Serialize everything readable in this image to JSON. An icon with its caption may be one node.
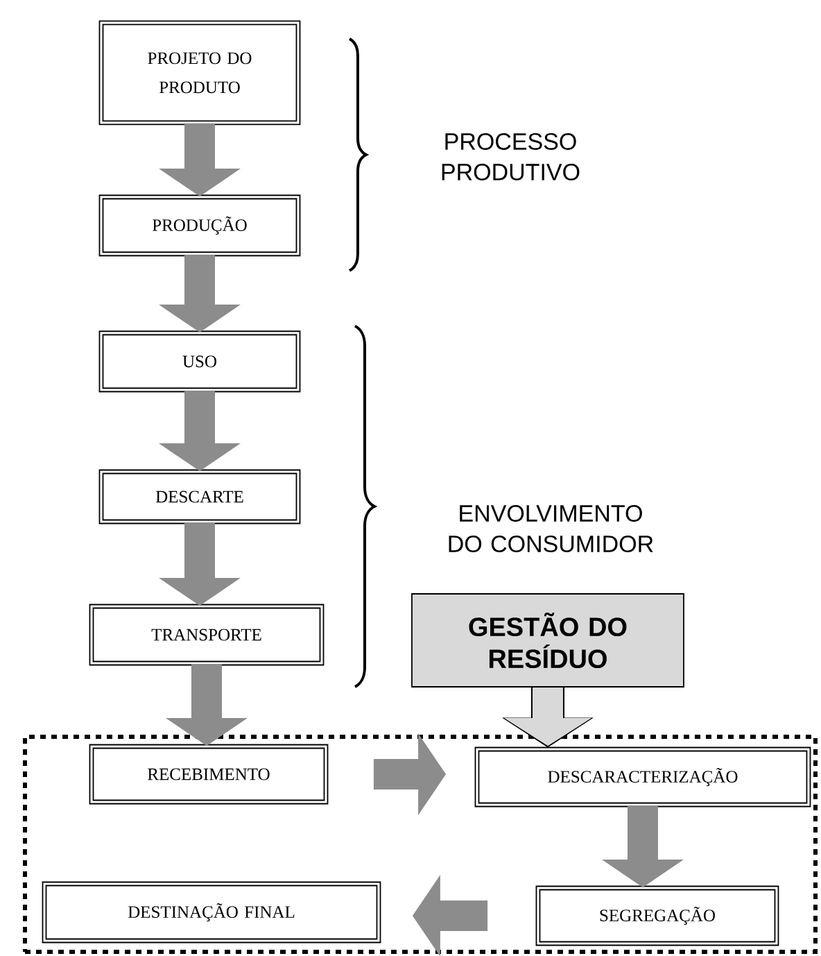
{
  "diagram": {
    "nodes": [
      {
        "text": [
          "PROJETO DO PRODUTO"
        ]
      },
      {
        "text": [
          "PRODUÇÃO"
        ]
      },
      {
        "text": [
          "USO"
        ]
      },
      {
        "text": [
          "DESCARTE"
        ]
      },
      {
        "text": [
          "TRANSPORTE"
        ]
      },
      {
        "text": [
          "GESTÃO DO RESÍDUO"
        ]
      },
      {
        "text": [],
        "shape": "box"
      },
      {
        "text": [
          "RECEBIMENTO"
        ],
        "in": 6
      },
      {
        "text": [
          "DESCARACTERIZAÇÃO"
        ],
        "in": 6
      },
      {
        "text": [
          "DESTINAÇÃO FINAL"
        ],
        "in": 6
      },
      {
        "text": [
          "SEGREGAÇÃO"
        ],
        "in": 6
      }
    ],
    "edges": [
      {
        "from": 0,
        "to": 1,
        "arrow": "to"
      },
      {
        "from": 1,
        "to": 2,
        "arrow": "to"
      },
      {
        "from": 2,
        "to": 3,
        "arrow": "to"
      },
      {
        "from": 3,
        "to": 4,
        "arrow": "to"
      },
      {
        "from": 4,
        "to": 7,
        "arrow": "to"
      },
      {
        "from": 5,
        "to": 8,
        "arrow": "to",
        "color": "#d9d9d9"
      },
      {
        "from": 7,
        "to": 8,
        "arrow": "to"
      },
      {
        "from": 8,
        "to": 10,
        "arrow": "to"
      },
      {
        "from": 10,
        "to": 9,
        "arrow": "to"
      }
    ],
    "labels": [
      "PROCESSO PRODUTIVO",
      "ENVOLVIMENTO DO CONSUMIDOR"
    ]
  }
}
